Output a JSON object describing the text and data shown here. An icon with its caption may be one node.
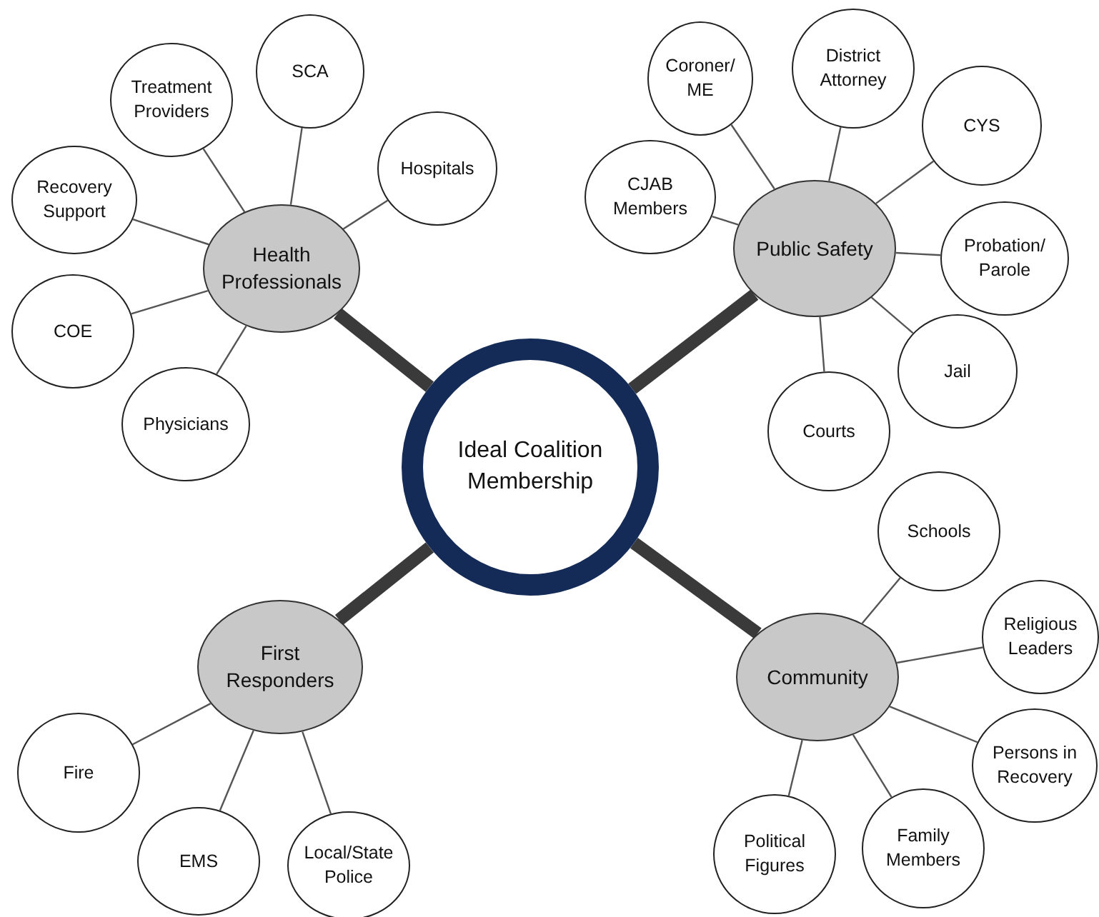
{
  "diagram": {
    "nodes": [
      {
        "text": [
          "Ideal Coalition Membership"
        ]
      },
      {
        "text": [
          "Health Professionals"
        ]
      },
      {
        "text": [
          "Public Safety"
        ]
      },
      {
        "text": [
          "First Responders"
        ]
      },
      {
        "text": [
          "Community"
        ]
      },
      {
        "text": [
          "Treatment Providers"
        ]
      },
      {
        "text": [
          "SCA"
        ]
      },
      {
        "text": [
          "Hospitals"
        ]
      },
      {
        "text": [
          "Recovery Support"
        ]
      },
      {
        "text": [
          "COE"
        ]
      },
      {
        "text": [
          "Physicians"
        ]
      },
      {
        "text": [
          "Coroner/ ME"
        ]
      },
      {
        "text": [
          "District Attorney"
        ]
      },
      {
        "text": [
          "CYS"
        ]
      },
      {
        "text": [
          "CJAB Members"
        ]
      },
      {
        "text": [
          "Probation/ Parole"
        ]
      },
      {
        "text": [
          "Jail"
        ]
      },
      {
        "text": [
          "Courts"
        ]
      },
      {
        "text": [
          "Schools"
        ]
      },
      {
        "text": [
          "Religious Leaders"
        ]
      },
      {
        "text": [
          "Persons in Recovery"
        ]
      },
      {
        "text": [
          "Family Members"
        ]
      },
      {
        "text": [
          "Political Figures"
        ]
      },
      {
        "text": [
          "Fire"
        ]
      },
      {
        "text": [
          "EMS"
        ]
      },
      {
        "text": [
          "Local/State Police"
        ]
      }
    ],
    "edges": [
      {
        "from": 0,
        "to": 1,
        "arrow": "none",
        "style": "thick"
      },
      {
        "from": 0,
        "to": 2,
        "arrow": "none",
        "style": "thick"
      },
      {
        "from": 0,
        "to": 3,
        "arrow": "none",
        "style": "thick"
      },
      {
        "from": 0,
        "to": 4,
        "arrow": "none",
        "style": "thick"
      },
      {
        "from": 1,
        "to": 5,
        "arrow": "none"
      },
      {
        "from": 1,
        "to": 6,
        "arrow": "none"
      },
      {
        "from": 1,
        "to": 7,
        "arrow": "none"
      },
      {
        "from": 1,
        "to": 8,
        "arrow": "none"
      },
      {
        "from": 1,
        "to": 9,
        "arrow": "none"
      },
      {
        "from": 1,
        "to": 10,
        "arrow": "none"
      },
      {
        "from": 2,
        "to": 11,
        "arrow": "none"
      },
      {
        "from": 2,
        "to": 12,
        "arrow": "none"
      },
      {
        "from": 2,
        "to": 13,
        "arrow": "none"
      },
      {
        "from": 2,
        "to": 14,
        "arrow": "none"
      },
      {
        "from": 2,
        "to": 15,
        "arrow": "none"
      },
      {
        "from": 2,
        "to": 16,
        "arrow": "none"
      },
      {
        "from": 2,
        "to": 17,
        "arrow": "none"
      },
      {
        "from": 4,
        "to": 18,
        "arrow": "none"
      },
      {
        "from": 4,
        "to": 19,
        "arrow": "none"
      },
      {
        "from": 4,
        "to": 20,
        "arrow": "none"
      },
      {
        "from": 4,
        "to": 21,
        "arrow": "none"
      },
      {
        "from": 4,
        "to": 22,
        "arrow": "none"
      },
      {
        "from": 3,
        "to": 23,
        "arrow": "none"
      },
      {
        "from": 3,
        "to": 24,
        "arrow": "none"
      },
      {
        "from": 3,
        "to": 25,
        "arrow": "none"
      }
    ]
  }
}
